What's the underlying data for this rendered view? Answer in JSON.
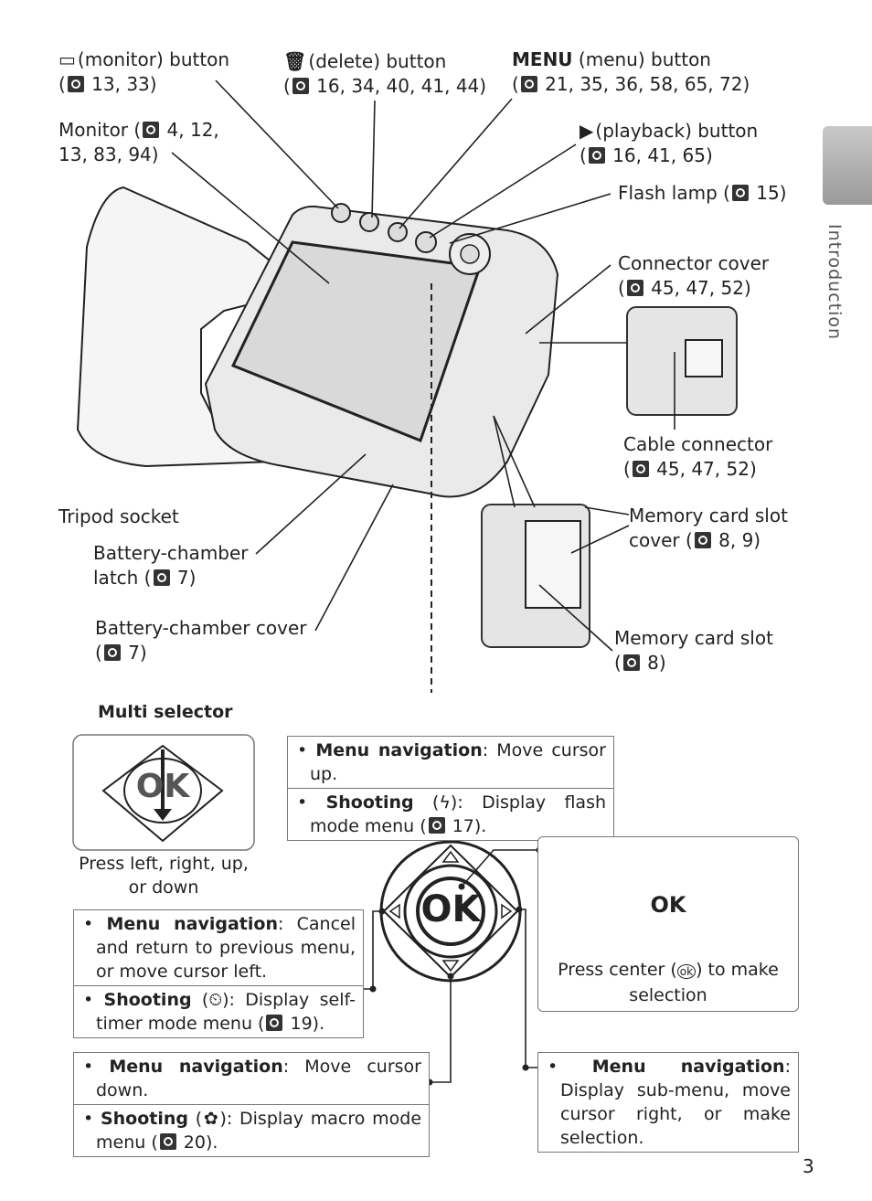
{
  "callouts": {
    "monitor_button": {
      "label": "(monitor) button",
      "refs": "13, 33"
    },
    "delete_button": {
      "label": "(delete) button",
      "refs": "16, 34, 40, 41, 44"
    },
    "menu_button": {
      "icon": "MENU",
      "label": "(menu) button",
      "refs": "21, 35, 36, 58, 65, 72"
    },
    "monitor": {
      "label": "Monitor (",
      "refs_line1": "4, 12,",
      "refs_line2": "13, 83, 94)"
    },
    "playback_button": {
      "label": "(playback) button",
      "refs": "16, 41, 65)"
    },
    "flash_lamp": {
      "label": "Flash lamp (",
      "refs": "15)"
    },
    "connector_cover": {
      "label": "Connector cover",
      "refs": "45, 47, 52)"
    },
    "cable_connector": {
      "label": "Cable connector",
      "refs": "45, 47, 52)"
    },
    "tripod_socket": {
      "label": "Tripod socket"
    },
    "memory_card_slot_cover": {
      "label": "Memory card slot",
      "label2": "cover (",
      "refs": "8, 9)"
    },
    "battery_chamber_latch": {
      "label": "Battery-chamber",
      "label2": "latch (",
      "refs": "7)"
    },
    "battery_chamber_cover": {
      "label": "Battery-chamber cover",
      "refs": "7)"
    },
    "memory_card_slot": {
      "label": "Memory card slot",
      "refs": "8)"
    }
  },
  "side_tab": {
    "label": "Introduction"
  },
  "multi_selector": {
    "title": "Multi selector",
    "press_caption_1": "Press left, right, up,",
    "press_caption_2": "or down",
    "center_caption_1": "Press center (",
    "center_caption_2": ") to make",
    "center_caption_3": "selection",
    "ok_label": "OK",
    "up": {
      "nav_bold": "Menu navigation",
      "nav_text": ": Move cursor up.",
      "shoot_bold": "Shooting",
      "shoot_text": "): Display flash mode menu (",
      "shoot_ref": "17)."
    },
    "left": {
      "nav_bold": "Menu navigation",
      "nav_text": ": Cancel and return to previous menu, or move cursor left.",
      "shoot_bold": "Shooting",
      "shoot_text": "): Display self-timer mode menu (",
      "shoot_ref": "19)."
    },
    "down": {
      "nav_bold": "Menu navigation",
      "nav_text": ": Move cursor down.",
      "shoot_bold": "Shooting",
      "shoot_text": "): Display macro mode menu (",
      "shoot_ref": "20)."
    },
    "right": {
      "nav_bold": "Menu navigation",
      "nav_text": ": Display sub-menu, move cursor right, or make selection."
    }
  },
  "page_number": "3"
}
